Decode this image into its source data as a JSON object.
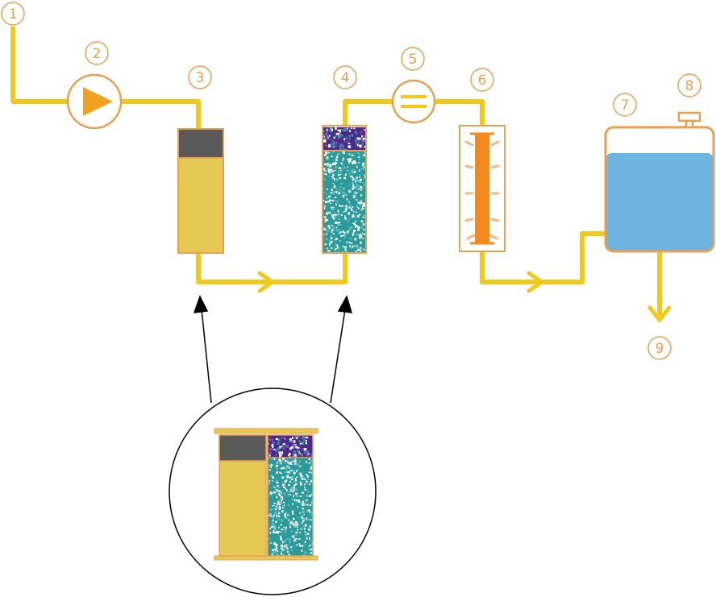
{
  "colors": {
    "pipe": "#F2C81A",
    "outline": "#E8A050",
    "pump_fill": "#F2A020",
    "cartridge_yellow": "#E6C954",
    "cartridge_cap": "#5A5A5A",
    "teal_media": "#2C9A9A",
    "purple_media": "#4A2A8A",
    "uv_lamp": "#F28A1E",
    "water": "#6EB4E0",
    "arrow_black": "#000000"
  },
  "labels": [
    "1",
    "2",
    "3",
    "4",
    "5",
    "6",
    "7",
    "8",
    "9"
  ],
  "icons": {
    "pump": "pump-icon",
    "flow_meter": "flow-meter-icon",
    "valve": "tank-valve-icon"
  }
}
